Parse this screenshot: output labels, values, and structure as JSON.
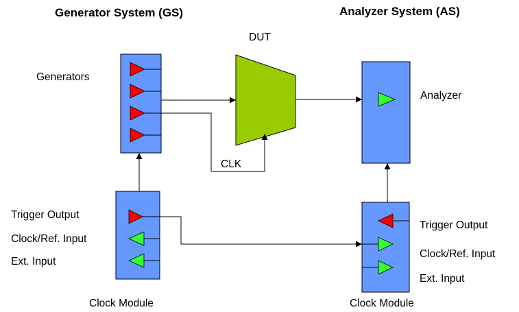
{
  "titles": {
    "generator_system": "Generator System (GS)",
    "analyzer_system": "Analyzer System (AS)"
  },
  "labels": {
    "dut": "DUT",
    "generators": "Generators",
    "analyzer": "Analyzer",
    "clk": "CLK",
    "gs_trigger_output": "Trigger Output",
    "gs_clock_ref_input": "Clock/Ref. Input",
    "gs_ext_input": "Ext. Input",
    "as_trigger_output": "Trigger Output",
    "as_clock_ref_input": "Clock/Ref. Input",
    "as_ext_input": "Ext. Input",
    "gs_clock_module": "Clock Module",
    "as_clock_module": "Clock Module"
  },
  "colors": {
    "module_fill": "#6699ff",
    "dut_fill": "#99cc00",
    "output_triangle": "#ff0000",
    "input_triangle": "#33ff33",
    "line": "#000000"
  }
}
